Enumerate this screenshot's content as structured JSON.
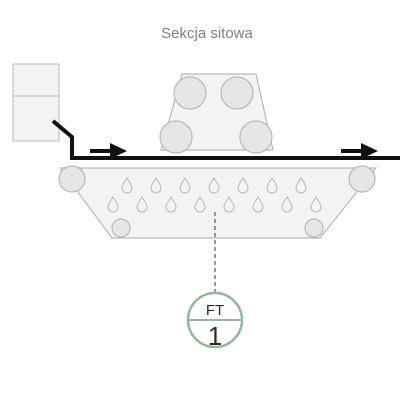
{
  "title": "Sekcja sitowa",
  "instrument": {
    "tag": "FT",
    "number": "1"
  },
  "colors": {
    "equipment_fill": "#f3f3f3",
    "equipment_stroke": "#b8b8b8",
    "roller_fill": "#e6e6e6",
    "sheet": "#111111",
    "instrument_ring": "#8fb89a",
    "leader": "#555555"
  }
}
